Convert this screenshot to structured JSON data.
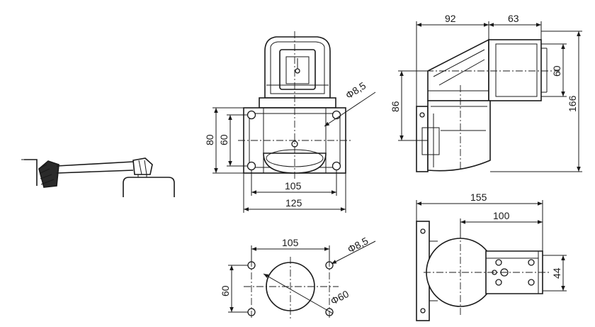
{
  "dimensions": {
    "front_view": {
      "width_outer": "125",
      "width_holes": "105",
      "height_outer": "80",
      "height_holes": "60",
      "hole_diameter": "Φ8,5"
    },
    "side_view": {
      "top_left": "92",
      "top_right": "63",
      "pipe_dia": "60",
      "height_mid": "86",
      "height_total": "166"
    },
    "bottom_view": {
      "width_total": "155",
      "width_inner": "100",
      "height_block": "44"
    },
    "hole_pattern": {
      "width_holes": "105",
      "height_holes": "60",
      "hole_diameter": "Φ8,5",
      "center_diameter": "Φ60"
    }
  }
}
